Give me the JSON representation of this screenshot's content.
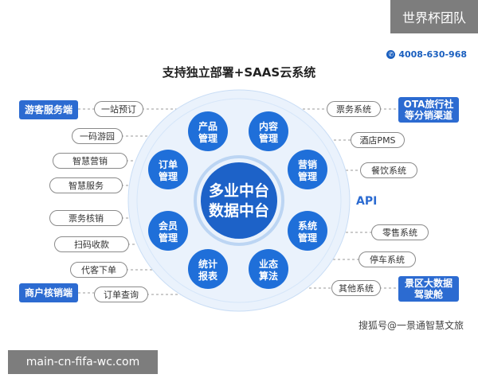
{
  "top_banner": "世界杯团队",
  "phone": "4008-630-968",
  "title": "支持独立部署+SAAS云系统",
  "left_boxes": {
    "tourist": "游客服务端",
    "merchant": "商户核销端"
  },
  "right_boxes": {
    "ota_line1": "OTA旅行社",
    "ota_line2": "等分销渠道",
    "scenic_line1": "景区大数据",
    "scenic_line2": "驾驶舱"
  },
  "left_pills": [
    "一站预订",
    "一码游园",
    "智慧营销",
    "智慧服务",
    "票务核销",
    "扫码收款",
    "代客下单",
    "订单查询"
  ],
  "right_pills": [
    "票务系统",
    "酒店PMS",
    "餐饮系统",
    "零售系统",
    "停车系统",
    "其他系统"
  ],
  "api_label": "API",
  "center": {
    "line1": "多业中台",
    "line2": "数据中台"
  },
  "nodes": [
    {
      "line1": "产品",
      "line2": "管理"
    },
    {
      "line1": "内容",
      "line2": "管理"
    },
    {
      "line1": "营销",
      "line2": "管理"
    },
    {
      "line1": "系统",
      "line2": "管理"
    },
    {
      "line1": "业态",
      "line2": "算法"
    },
    {
      "line1": "统计",
      "line2": "报表"
    },
    {
      "line1": "会员",
      "line2": "管理"
    },
    {
      "line1": "订单",
      "line2": "管理"
    }
  ],
  "watermark": "搜狐号@一景通智慧文旅",
  "bottom_banner": "main-cn-fifa-wc.com",
  "colors": {
    "primary": "#2c6bd1",
    "node": "#1f6fd9",
    "ring": "#eaf2fc",
    "banner": "#7d7d7d"
  }
}
